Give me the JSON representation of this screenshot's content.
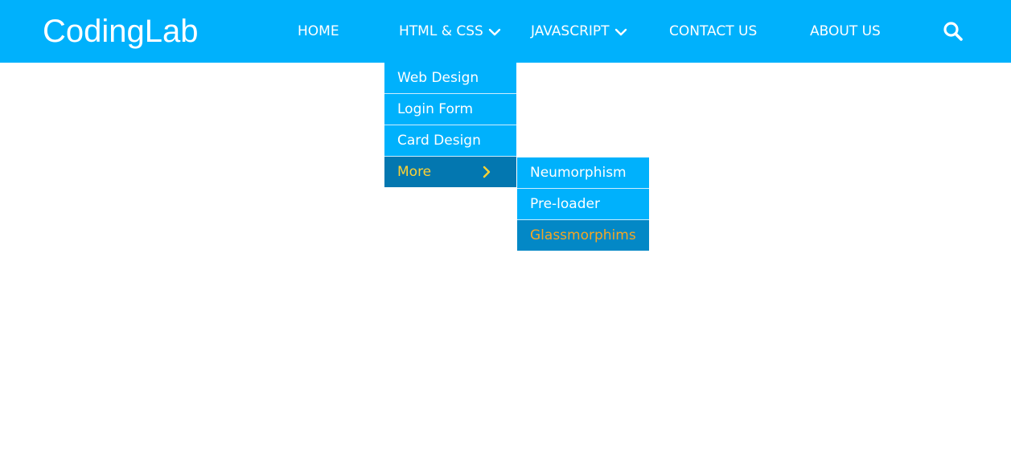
{
  "brand": {
    "name": "CodingLab"
  },
  "nav": {
    "items": [
      {
        "label": "HOME"
      },
      {
        "label": "HTML & CSS",
        "icon": "chevron-down-icon"
      },
      {
        "label": "JAVASCRIPT",
        "icon": "chevron-down-icon"
      },
      {
        "label": "CONTACT US"
      },
      {
        "label": "ABOUT US"
      }
    ],
    "search_icon": "search-icon"
  },
  "dropdown": {
    "items": [
      {
        "label": "Web Design"
      },
      {
        "label": "Login Form"
      },
      {
        "label": "Card Design"
      },
      {
        "label": "More",
        "icon": "chevron-right-icon",
        "state": "hover"
      }
    ]
  },
  "submenu": {
    "items": [
      {
        "label": "Neumorphism"
      },
      {
        "label": "Pre-loader"
      },
      {
        "label": "Glassmorphims",
        "state": "hover"
      }
    ]
  },
  "colors": {
    "navbar": "#00b1fc",
    "menu_item": "#00b1fc",
    "active_more_bg": "#0377b0",
    "active_more_text": "#ffd233",
    "active_glass_bg": "#0388c6",
    "active_glass_text": "#f5a623",
    "text": "#ffffff"
  }
}
